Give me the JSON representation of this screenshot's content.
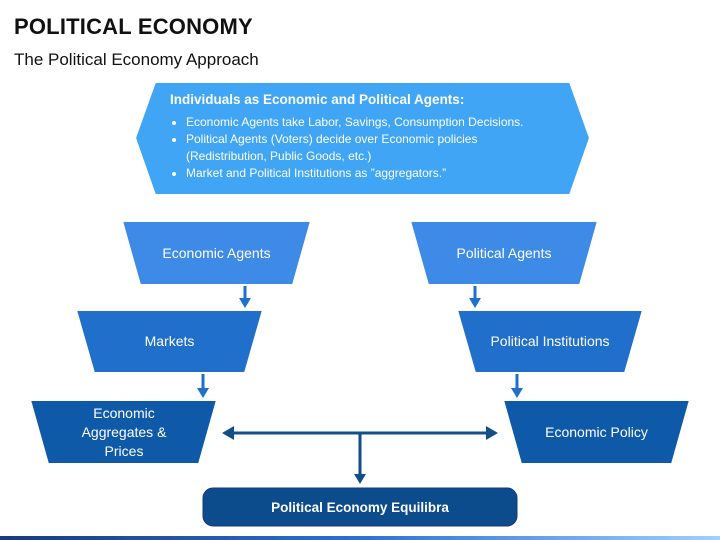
{
  "header": {
    "title": "POLITICAL ECONOMY",
    "subtitle": "The Political Economy Approach"
  },
  "top_box": {
    "heading": "Individuals as Economic and Political Agents:",
    "bullets": [
      "Economic Agents take Labor, Savings, Consumption Decisions.",
      "Political Agents (Voters) decide over Economic policies (Redistribution, Public Goods, etc.)",
      "Market and Political Institutions as ”aggregators.”"
    ]
  },
  "nodes": {
    "economic_agents": "Economic Agents",
    "political_agents": "Political Agents",
    "markets": "Markets",
    "political_institutions": "Political Institutions",
    "economic_aggregates": "Economic Aggregates & Prices",
    "economic_policy": "Economic Policy",
    "equilibria": "Political Economy Equilibra"
  },
  "colors": {
    "hexagon": "#3fa5f4",
    "level1": "#3d8be6",
    "level2": "#1f6fcb",
    "level3": "#0f5aa8",
    "bottom": "#0c4b8c",
    "arrow": "#1f6fcb",
    "bidirectional_arrow": "#134e8c",
    "outline": "#ffffff"
  }
}
